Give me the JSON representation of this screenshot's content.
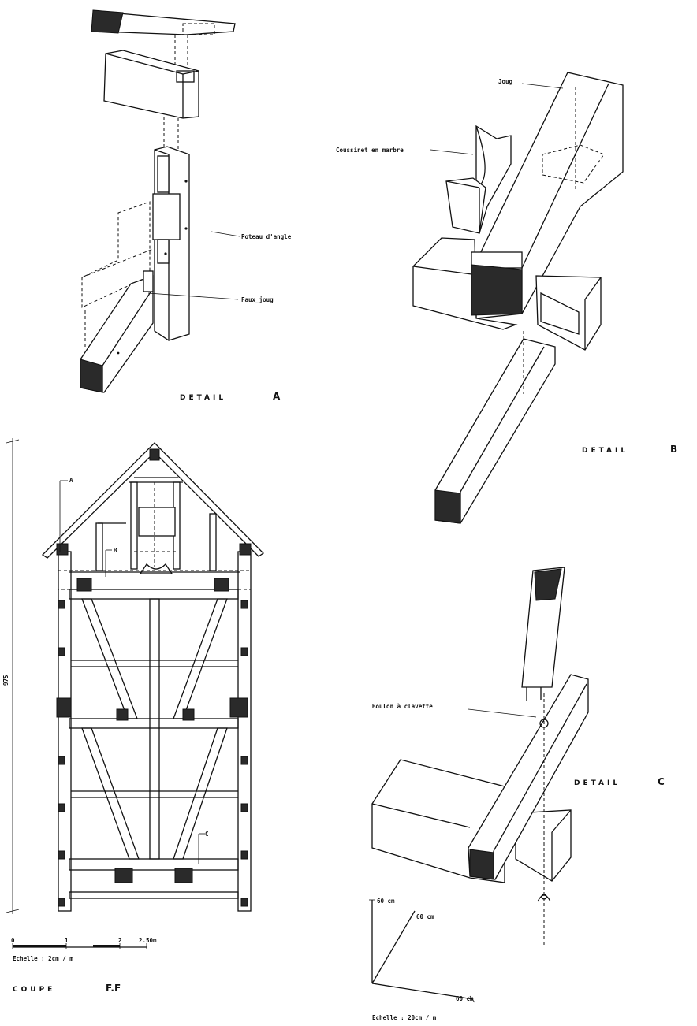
{
  "detail_a": {
    "title_word": "DETAIL",
    "title_letter": "A",
    "labels": {
      "corner_post": "Poteau d'angle",
      "false_yoke": "Faux_joug"
    }
  },
  "detail_b": {
    "title_word": "DETAIL",
    "title_letter": "B",
    "labels": {
      "yoke": "Joug",
      "marble_bearing": "Coussinet en marbre"
    }
  },
  "detail_c": {
    "title_word": "DETAIL",
    "title_letter": "C",
    "labels": {
      "wedge_bolt": "Boulon à clavette"
    }
  },
  "section": {
    "title_word": "COUPE",
    "title_letter": "F.F",
    "height_dimension": "975",
    "markers": {
      "a": "A",
      "b": "B",
      "c": "C"
    },
    "scale_ticks": [
      "0",
      "1",
      "2",
      "2.50m"
    ],
    "scale_caption": "Echelle :  2cm / m"
  },
  "axes": {
    "vertical_label": "60 cm",
    "diagonal_label": "60 cm",
    "horizontal_label": "60 cm",
    "scale_caption": "Echelle :  20cm / m"
  }
}
